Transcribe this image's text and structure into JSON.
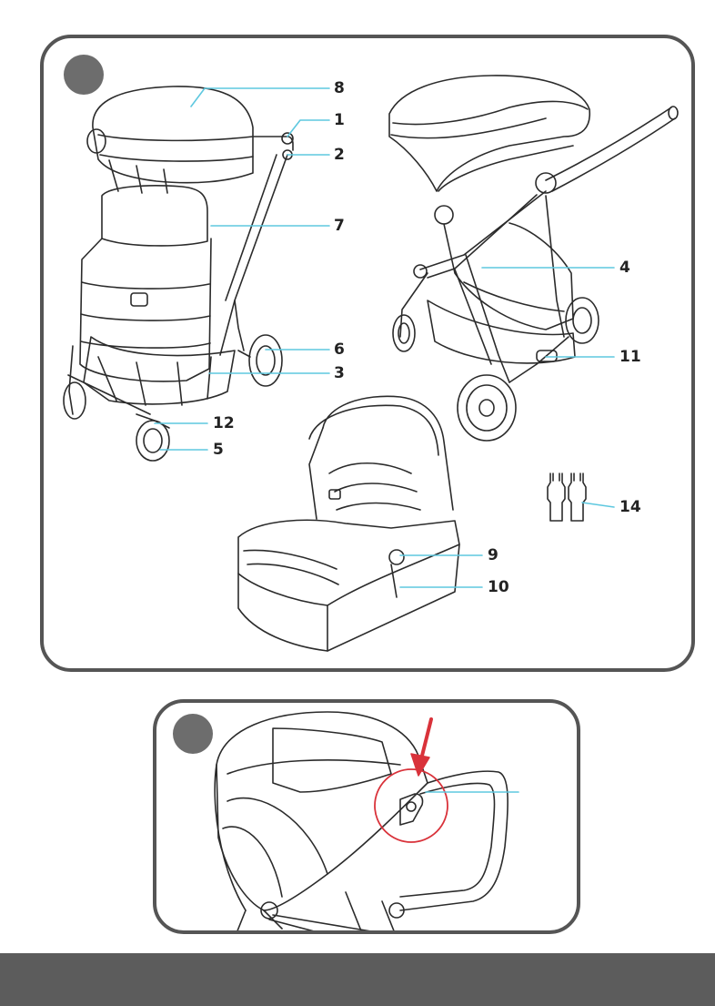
{
  "colors": {
    "leader_line": "#5ec8df",
    "outline": "#2b2b2b",
    "panel_border": "#555555",
    "step_dot": "#6d6d6d",
    "highlight_circle": "#d9323a",
    "arrow": "#d9323a",
    "footer": "#5c5c5c"
  },
  "diagram_1": {
    "callouts": [
      {
        "id": "8",
        "label": "8"
      },
      {
        "id": "1",
        "label": "1"
      },
      {
        "id": "2",
        "label": "2"
      },
      {
        "id": "7",
        "label": "7"
      },
      {
        "id": "6",
        "label": "6"
      },
      {
        "id": "3",
        "label": "3"
      },
      {
        "id": "12",
        "label": "12"
      },
      {
        "id": "5",
        "label": "5"
      },
      {
        "id": "4",
        "label": "4"
      },
      {
        "id": "11",
        "label": "11"
      },
      {
        "id": "14",
        "label": "14"
      },
      {
        "id": "9",
        "label": "9"
      },
      {
        "id": "10",
        "label": "10"
      }
    ],
    "illustrations": [
      "stroller-seat-unit-icon",
      "stroller-frame-icon",
      "carrycot-icon",
      "adapter-clips-icon"
    ]
  },
  "diagram_2": {
    "illustrations": [
      "canopy-closeup-icon",
      "release-button-icon",
      "pointer-arrow-icon"
    ]
  }
}
